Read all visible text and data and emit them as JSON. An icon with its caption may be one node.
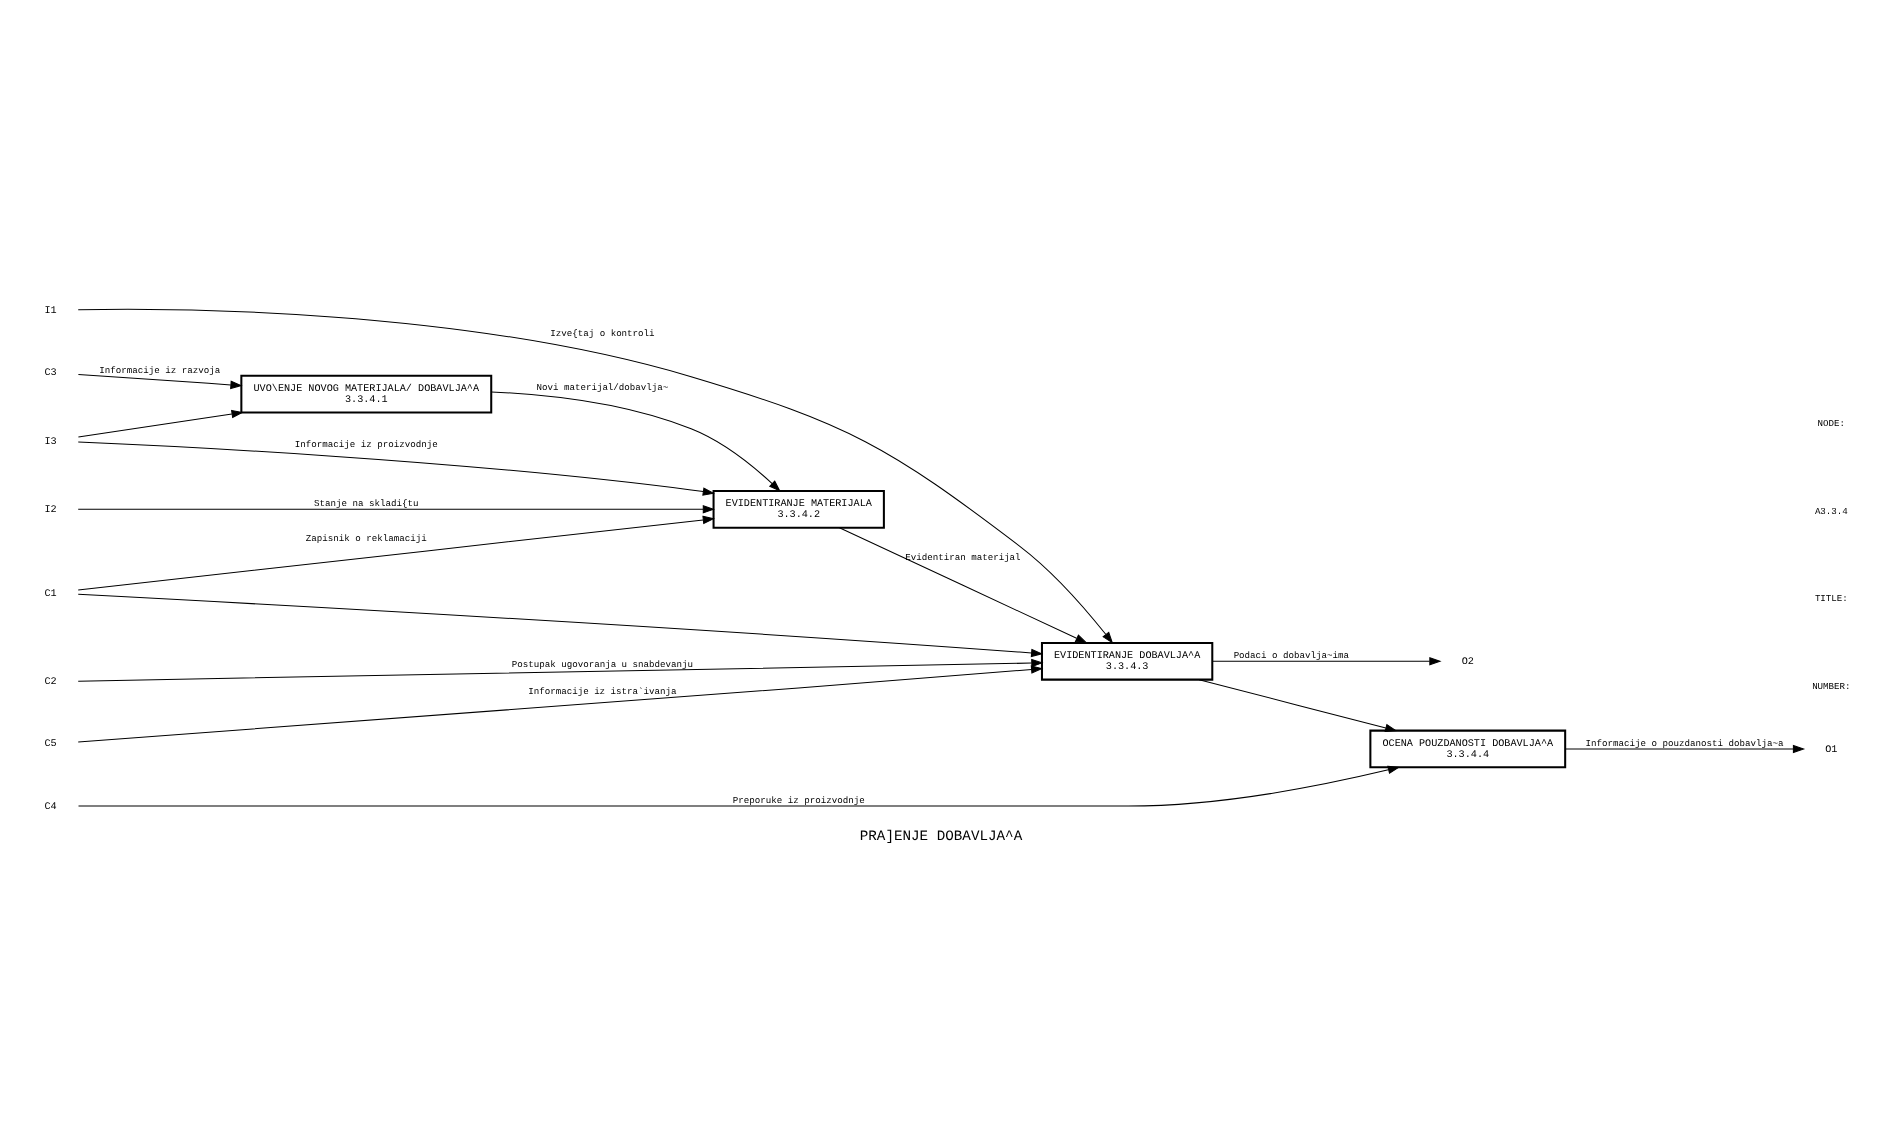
{
  "diagram": {
    "title": "PRA]ENJE DOBAVLJA^A",
    "nodes": [
      {
        "text": [
          "UVO\\ENJE NOVOG MATERIJALA/ DOBAVLJA^A",
          "3.3.4.1"
        ]
      },
      {
        "text": [
          "EVIDENTIRANJE MATERIJALA",
          "3.3.4.2"
        ]
      },
      {
        "text": [
          "EVIDENTIRANJE DOBAVLJA^A",
          "3.3.4.3"
        ]
      },
      {
        "text": [
          "OCENA POUZDANOSTI DOBAVLJA^A",
          "3.3.4.4"
        ]
      },
      {
        "text": [
          "C3"
        ]
      },
      {
        "text": [
          "C1"
        ]
      },
      {
        "text": [
          "C2"
        ]
      },
      {
        "text": [
          "C5"
        ]
      },
      {
        "text": [
          "C4"
        ]
      },
      {
        "text": [
          "I3"
        ]
      },
      {
        "text": [
          "I2"
        ]
      },
      {
        "text": [
          "I1"
        ]
      },
      {
        "text": [
          "O2"
        ]
      },
      {
        "text": [
          "O1"
        ]
      }
    ],
    "edges": [
      {
        "from": 4,
        "to": 0,
        "arrow": "to",
        "label": "Informacije iz razvoja"
      },
      {
        "from": 5,
        "to": 1,
        "arrow": "to",
        "label": "Zapisnik o reklamaciji"
      },
      {
        "from": 5,
        "to": 2,
        "arrow": "to"
      },
      {
        "from": 6,
        "to": 2,
        "arrow": "to",
        "label": "Postupak ugovoranja u snabdevanju"
      },
      {
        "from": 7,
        "to": 2,
        "arrow": "to",
        "label": "Informacije iz istra`ivanja"
      },
      {
        "from": 8,
        "to": 3,
        "arrow": "to",
        "label": "Preporuke iz proizvodnje"
      },
      {
        "from": 9,
        "to": 0,
        "arrow": "to"
      },
      {
        "from": 9,
        "to": 1,
        "arrow": "to",
        "label": "Informacije iz proizvodnje"
      },
      {
        "from": 10,
        "to": 1,
        "arrow": "to",
        "label": "Stanje na skladi{tu"
      },
      {
        "from": 11,
        "to": 2,
        "arrow": "to",
        "label": "Izve{taj o kontroli"
      },
      {
        "from": 0,
        "to": 1,
        "arrow": "to",
        "label": "Novi materijal/dobavlja~"
      },
      {
        "from": 1,
        "to": 2,
        "arrow": "to",
        "label": "Evidentiran materijal"
      },
      {
        "from": 2,
        "to": 12,
        "arrow": "to",
        "label": "Podaci o dobavlja~ima"
      },
      {
        "from": 2,
        "to": 3,
        "arrow": "to"
      },
      {
        "from": 3,
        "to": 13,
        "arrow": "to",
        "label": "Informacije o pouzdanosti dobavlja~a"
      }
    ],
    "labels": [
      "NODE:",
      "A3.3.4",
      "TITLE:",
      "NUMBER:"
    ]
  }
}
